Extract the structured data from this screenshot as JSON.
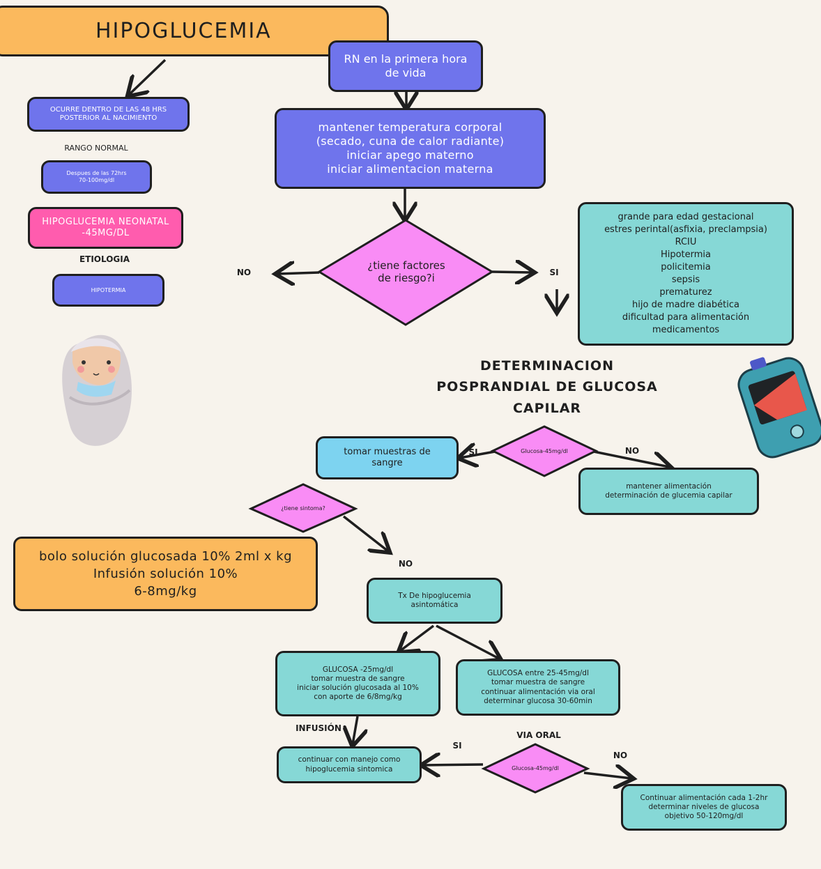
{
  "colors": {
    "purple": "#6f74ec",
    "teal": "#86d8d6",
    "sky": "#7dd3f0",
    "orange": "#fbb95d",
    "pink": "#ff5cae",
    "diamond": "#f98cf5",
    "background": "#f7f3ec"
  },
  "title": "HIPOGLUCEMIA",
  "left": {
    "occurs": "OCURRE DENTRO DE LAS 48 HRS\nPOSTERIOR AL NACIMIENTO",
    "range_label": "RANGO NORMAL",
    "range_value": "Despues de las 72hrs\n70-100mg/dl",
    "neonatal": "HIPOGLUCEMIA NEONATAL\n-45MG/DL",
    "etiology_label": "ETIOLOGIA",
    "etiology_value": "HIPOTERMIA",
    "illustration": "baby-illustration"
  },
  "flow": {
    "rn": "RN en la primera hora\nde vida",
    "care": "mantener temperatura corporal\n(secado, cuna de calor radiante)\niniciar apego materno\niniciar alimentacion materna",
    "risk_question": "¿tiene factores\nde riesgo?i",
    "no": "NO",
    "si": "SI",
    "risk_factors": "grande para edad gestacional\nestres perintal(asfixia, preclampsia)\nRCIU\nHipotermia\npolicitemia\nsepsis\nprematurez\nhijo de madre diabética\ndificultad para alimentación\nmedicamentos",
    "determination": "DETERMINACION\nPOSPRANDIAL DE GLUCOSA\nCAPILAR",
    "glucose_question": "Glucosa-45mg/dl",
    "take_samples": "tomar muestras de\nsangre",
    "maintain_feeding": "mantener alimentación\ndeterminación de glucemia capilar",
    "symptom_question": "¿tiene sintoma?",
    "bolus": "bolo solución glucosada 10% 2ml x kg\nInfusión solución 10%\n6-8mg/kg",
    "no_label2": "NO",
    "asymptomatic": "Tx De hipoglucemia\nasintomática",
    "glucose_low": "GLUCOSA -25mg/dl\ntomar muestra de sangre\niniciar solución glucosada al 10%\ncon aporte de 6/8mg/kg",
    "glucose_mid": "GLUCOSA entre 25-45mg/dl\ntomar muestra de sangre\ncontinuar alimentación via oral\ndeterminar glucosa 30-60min",
    "infusion_label": "INFUSIÓN",
    "oral_label": "VIA ORAL",
    "continue_symptomatic": "continuar con manejo como\nhipoglucemia sintomica",
    "glucose_question2": "Glucosa-45mg/dl",
    "si2": "SI",
    "no3": "NO",
    "continue_feeding": "Continuar alimentación cada 1-2hr\ndeterminar niveles de glucosa\nobjetivo 50-120mg/dl",
    "glucometer": "glucometer-illustration"
  }
}
